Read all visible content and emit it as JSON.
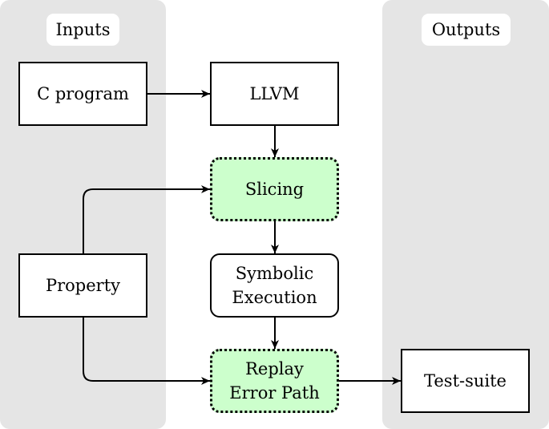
{
  "panels": {
    "inputs_label": "Inputs",
    "outputs_label": "Outputs"
  },
  "nodes": {
    "c_program": "C program",
    "llvm": "LLVM",
    "slicing": "Slicing",
    "symbolic_execution": [
      "Symbolic",
      "Execution"
    ],
    "property": "Property",
    "replay_error_path": [
      "Replay",
      "Error Path"
    ],
    "test_suite": "Test-suite"
  },
  "colors": {
    "panel_bg": "#e5e5e5",
    "highlight_fill": "#ccffcc",
    "stroke": "#000000"
  }
}
